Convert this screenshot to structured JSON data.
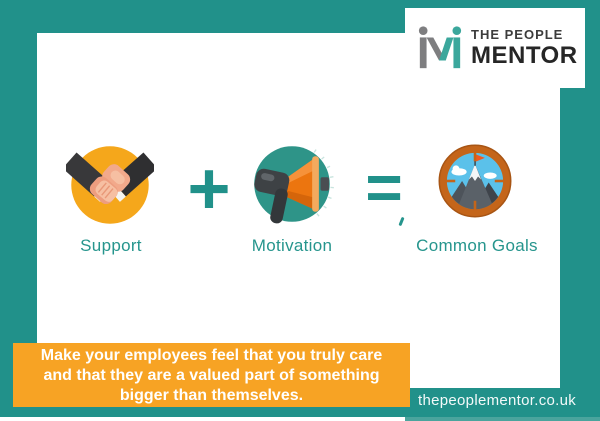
{
  "brand": {
    "name_line1": "THE PEOPLE",
    "name_line2": "MENTOR"
  },
  "equation": {
    "items": [
      {
        "label": "Support",
        "icon": "handshake-icon",
        "circle_color": "#F5A71B"
      },
      {
        "label": "Motivation",
        "icon": "megaphone-icon",
        "circle_color": "#2E9488"
      },
      {
        "label": "Common Goals",
        "icon": "mountain-goal-icon",
        "circle_color": "#C4651A"
      }
    ],
    "plus_symbol": "+",
    "equals_symbol": "="
  },
  "banner": {
    "lines": [
      "Make your employees feel that you truly care",
      "and that they are a valued part of something",
      "bigger than themselves."
    ],
    "background_color": "#F7A324",
    "text_color": "#FFFFFF"
  },
  "footer": {
    "website": "thepeoplementor.co.uk"
  },
  "colors": {
    "teal_background": "#21918A",
    "teal_light_strip": "#4AA49D",
    "card_background": "#FFFFFF",
    "banner_orange": "#F7A324",
    "support_circle": "#F5A71B",
    "motivation_circle": "#2E9488",
    "goals_ring": "#C4651A",
    "goals_sky": "#5BC1EA",
    "flag_red": "#EE5A24",
    "logo_gray": "#7E7E80",
    "logo_teal": "#3BA79C",
    "label_teal": "#26958D"
  }
}
